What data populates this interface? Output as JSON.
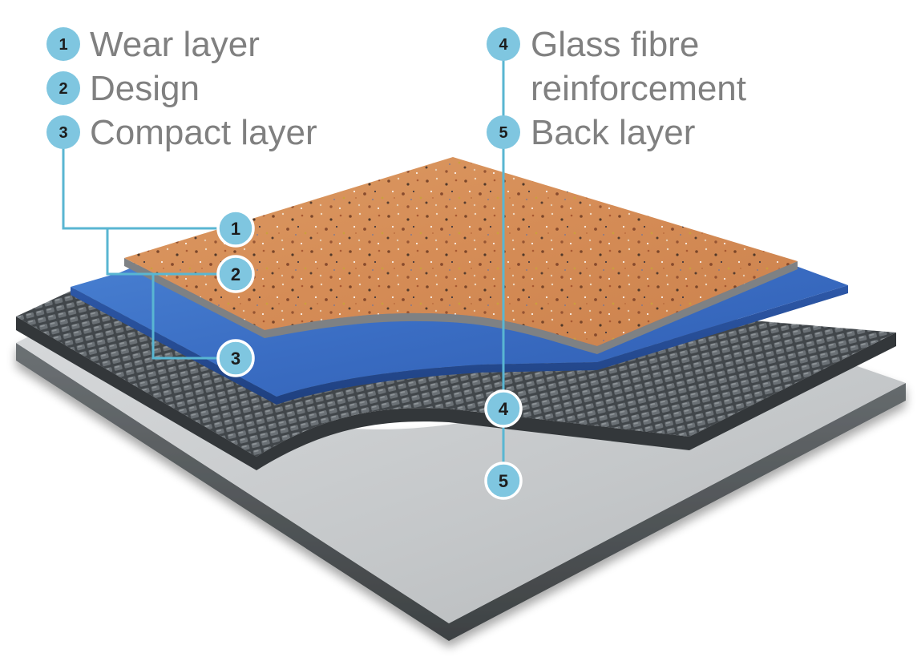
{
  "legend": {
    "left": [
      {
        "number": "1",
        "label": "Wear layer"
      },
      {
        "number": "2",
        "label": "Design"
      },
      {
        "number": "3",
        "label": "Compact layer"
      }
    ],
    "right": [
      {
        "number": "4",
        "label_line1": "Glass fibre",
        "label_line2": "reinforcement"
      },
      {
        "number": "5",
        "label": "Back layer"
      }
    ]
  },
  "callouts": [
    "1",
    "2",
    "3",
    "4",
    "5"
  ],
  "colors": {
    "accent": "#7fc6e0",
    "leader_line": "#59b6d2",
    "label_text": "#808080",
    "wear_layer": "#d9915b",
    "compact_layer": "#3c6fc4",
    "reinforcement": "#4b4f52",
    "back_layer": "#c9ccce"
  },
  "icons": {
    "badge": "numbered-circle-icon"
  }
}
